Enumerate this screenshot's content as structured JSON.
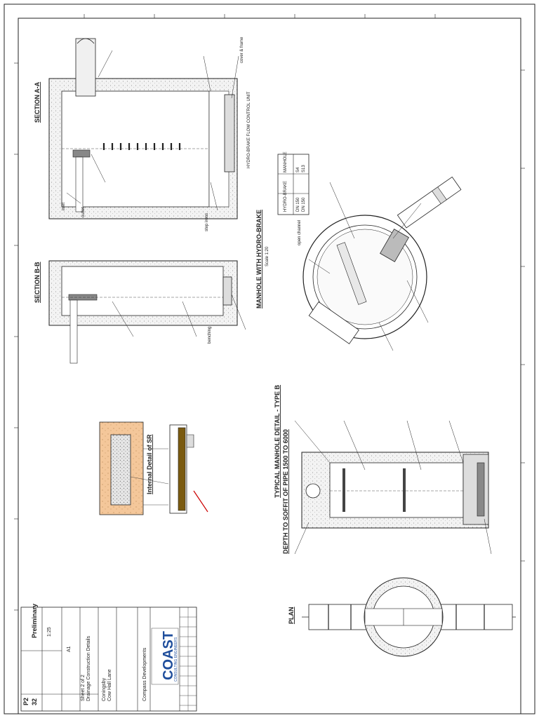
{
  "title_block": {
    "client": "Compass Developments",
    "project_line1": "Cow Hall Lane",
    "project_line2": "Coningsby",
    "drawing_title_line1": "Drainage Construction Details",
    "drawing_title_line2": "Sheet 2 of 2",
    "scale": "1:25",
    "status": "Preliminary",
    "sheet_size": "A1",
    "revision": "P2",
    "drawing_number": "32",
    "logo_text": "COAST",
    "logo_subtext": "CONSULTING ENGINEERS"
  },
  "detail_titles": {
    "manhole_hydro_brake": "MANHOLE WITH HYDRO-BRAKE",
    "scale_1_20": "Scale 1:20",
    "section_aa": "SECTION A-A",
    "section_bb": "SECTION B-B",
    "typical_manhole_detail": "TYPICAL MANHOLE DETAIL - TYPE B",
    "typical_manhole_subtitle": "DEPTH TO SOFFIT OF PIPE 1500 TO 6000",
    "internal_detail": "Internal Detail of SR",
    "plan": "PLAN",
    "hydro_brake_note": "HYDRO-BRAKE FLOW CONTROL UNIT"
  },
  "table": {
    "rows": [
      [
        "MANHOLE",
        "HYDRO-BRAKE"
      ],
      [
        "S4",
        "DN 150"
      ],
      [
        "S13",
        "DN 150"
      ]
    ]
  },
  "labels": {
    "open_channel": "open channel",
    "benching": "benching",
    "cover_frame": "cover & frame",
    "step_irons": "step irons",
    "outlet": "outlet",
    "inlet": "inlet"
  },
  "colors": {
    "line": "#222222",
    "concrete_fill": "#efefef",
    "brick_fill": "#f4c79a",
    "gravel_fill": "#dcdcdc",
    "timber_fill": "#7a5a10",
    "logo_blue": "#1f4e9c"
  }
}
